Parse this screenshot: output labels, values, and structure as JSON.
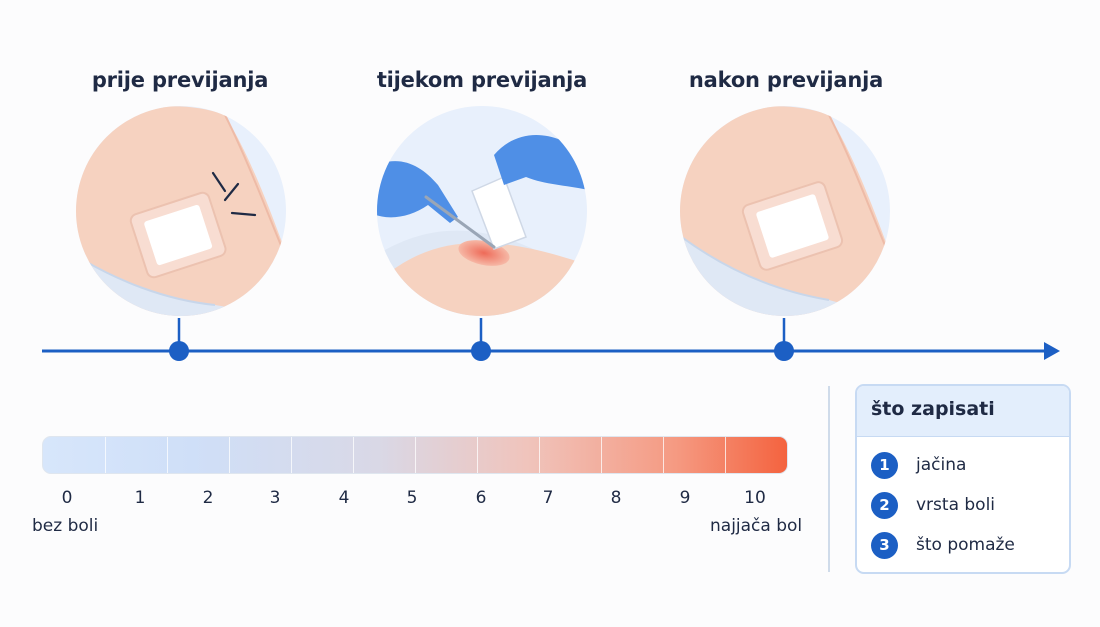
{
  "stages": [
    {
      "title": "prije previjanja",
      "icon": "arm-with-dressing-pain-icon"
    },
    {
      "title": "tijekom previjanja",
      "icon": "gloved-hands-changing-dressing-icon"
    },
    {
      "title": "nakon previjanja",
      "icon": "arm-with-fresh-dressing-icon"
    }
  ],
  "scale": {
    "ticks": [
      "0",
      "1",
      "2",
      "3",
      "4",
      "5",
      "6",
      "7",
      "8",
      "9",
      "10"
    ],
    "min_label": "bez boli",
    "max_label": "najjača bol"
  },
  "notes": {
    "title": "što zapisati",
    "items": [
      {
        "num": "1",
        "text": "jačina"
      },
      {
        "num": "2",
        "text": "vrsta boli"
      },
      {
        "num": "3",
        "text": "što pomaže"
      }
    ]
  },
  "colors": {
    "accent": "#1c5fc4",
    "scale_low": "#d7e6fb",
    "scale_high": "#f4633f",
    "skin": "#f6d2c0",
    "glove": "#4f8fe6"
  }
}
